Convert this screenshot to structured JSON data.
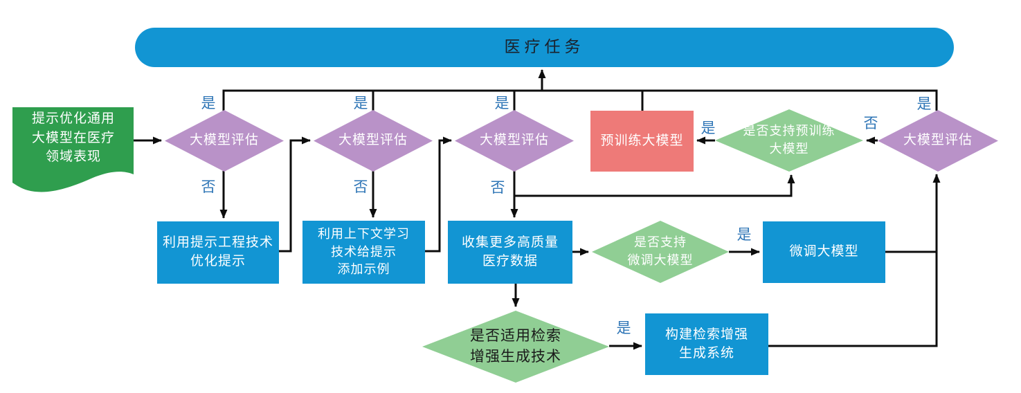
{
  "diagram": {
    "title_node": "医疗任务",
    "nodes": {
      "start_doc": {
        "lines": [
          "提示优化通用",
          "大模型在医疗",
          "领域表现"
        ]
      },
      "eval1": "大模型评估",
      "eval2": "大模型评估",
      "eval3": "大模型评估",
      "eval4": "大模型评估",
      "pretrain_box": "预训练大模型",
      "support_pretrain": {
        "lines": [
          "是否支持预训练",
          "大模型"
        ]
      },
      "prompt_box": {
        "lines": [
          "利用提示工程技术",
          "优化提示"
        ]
      },
      "icl_box": {
        "lines": [
          "利用上下文学习",
          "技术给提示",
          "添加示例"
        ]
      },
      "collect_box": {
        "lines": [
          "收集更多高质量",
          "医疗数据"
        ]
      },
      "support_finetune": {
        "lines": [
          "是否支持",
          "微调大模型"
        ]
      },
      "finetune_box": "微调大模型",
      "rag_diamond": {
        "lines": [
          "是否适用检索",
          "增强生成技术"
        ]
      },
      "rag_box": {
        "lines": [
          "构建检索增强",
          "生成系统"
        ]
      }
    },
    "edge_labels": {
      "eval1_yes": "是",
      "eval1_no": "否",
      "eval2_yes": "是",
      "eval2_no": "否",
      "eval3_yes": "是",
      "eval3_no": "否",
      "eval4_yes": "是",
      "eval4_no": "否",
      "pretrain_yes": "是",
      "finetune_yes": "是",
      "rag_yes": "是"
    },
    "colors": {
      "process_blue": "#1295d3",
      "document_green": "#2f9e4e",
      "decision_purple": "#b992c8",
      "decision_green": "#90ce94",
      "pretrain_red": "#ee7a78",
      "edge_label_blue": "#2e75b6",
      "line_black": "#0d0d0d",
      "title_text_dark": "#1b212b"
    }
  }
}
